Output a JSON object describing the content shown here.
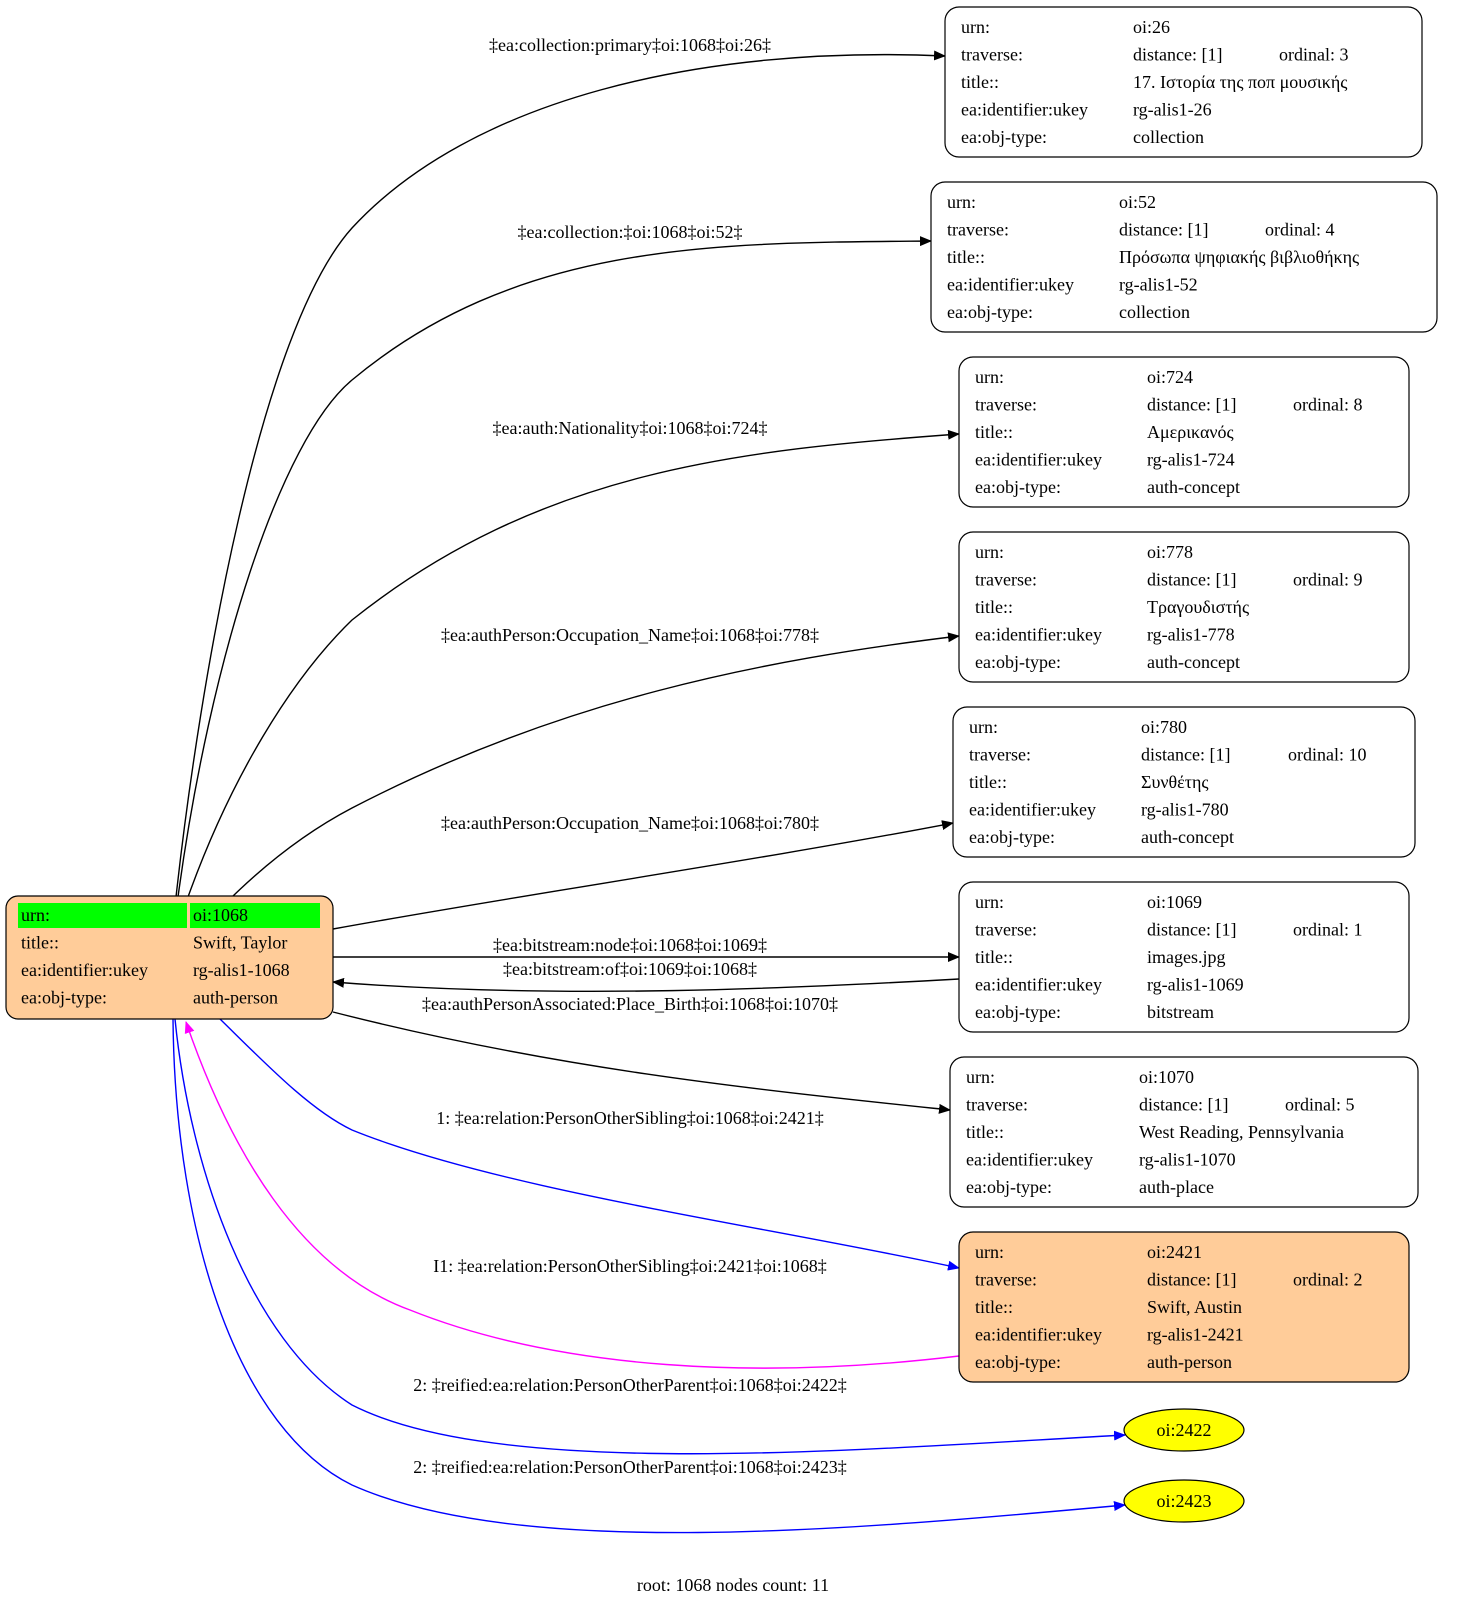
{
  "colors": {
    "edge_default": "#000000",
    "edge_relation": "#0000ff",
    "edge_inverse": "#ff00ff",
    "node_person_fill": "#ffcc99",
    "node_collection_fill": "#ffffff",
    "node_reified_fill": "#ffff00",
    "urn_highlight": "#00ff00"
  },
  "root": {
    "rows": [
      {
        "key": "urn:",
        "val": "oi:1068"
      },
      {
        "key": "title::",
        "val": "Swift, Taylor"
      },
      {
        "key": "ea:identifier:ukey",
        "val": "rg-alis1-1068"
      },
      {
        "key": "ea:obj-type:",
        "val": "auth-person"
      }
    ]
  },
  "nodes": [
    {
      "id": "n26",
      "urn": "oi:26",
      "distance": "distance: [1]",
      "ordinal": "ordinal: 3",
      "title": "17. Ιστορία της ποπ μουσικής",
      "ukey": "rg-alis1-26",
      "objtype": "collection",
      "fill": "white"
    },
    {
      "id": "n52",
      "urn": "oi:52",
      "distance": "distance: [1]",
      "ordinal": "ordinal: 4",
      "title": "Πρόσωπα ψηφιακής βιβλιοθήκης",
      "ukey": "rg-alis1-52",
      "objtype": "collection",
      "fill": "white"
    },
    {
      "id": "n724",
      "urn": "oi:724",
      "distance": "distance: [1]",
      "ordinal": "ordinal: 8",
      "title": "Αμερικανός",
      "ukey": "rg-alis1-724",
      "objtype": "auth-concept",
      "fill": "white"
    },
    {
      "id": "n778",
      "urn": "oi:778",
      "distance": "distance: [1]",
      "ordinal": "ordinal: 9",
      "title": "Τραγουδιστής",
      "ukey": "rg-alis1-778",
      "objtype": "auth-concept",
      "fill": "white"
    },
    {
      "id": "n780",
      "urn": "oi:780",
      "distance": "distance: [1]",
      "ordinal": "ordinal: 10",
      "title": "Συνθέτης",
      "ukey": "rg-alis1-780",
      "objtype": "auth-concept",
      "fill": "white"
    },
    {
      "id": "n1069",
      "urn": "oi:1069",
      "distance": "distance: [1]",
      "ordinal": "ordinal: 1",
      "title": "images.jpg",
      "ukey": "rg-alis1-1069",
      "objtype": "bitstream",
      "fill": "white"
    },
    {
      "id": "n1070",
      "urn": "oi:1070",
      "distance": "distance: [1]",
      "ordinal": "ordinal: 5",
      "title": "West Reading, Pennsylvania",
      "ukey": "rg-alis1-1070",
      "objtype": "auth-place",
      "fill": "white"
    },
    {
      "id": "n2421",
      "urn": "oi:2421",
      "distance": "distance: [1]",
      "ordinal": "ordinal: 2",
      "title": "Swift, Austin",
      "ukey": "rg-alis1-2421",
      "objtype": "auth-person",
      "fill": "person"
    }
  ],
  "row_keys": {
    "urn": "urn:",
    "traverse": "traverse:",
    "title": "title::",
    "ukey": "ea:identifier:ukey",
    "objtype": "ea:obj-type:"
  },
  "ellipses": [
    {
      "id": "e2422",
      "label": "oi:2422"
    },
    {
      "id": "e2423",
      "label": "oi:2423"
    }
  ],
  "edges": [
    {
      "id": "ed26",
      "label": "‡ea:collection:primary‡oi:1068‡oi:26‡",
      "color": "black"
    },
    {
      "id": "ed52",
      "label": "‡ea:collection:‡oi:1068‡oi:52‡",
      "color": "black"
    },
    {
      "id": "ed724",
      "label": "‡ea:auth:Nationality‡oi:1068‡oi:724‡",
      "color": "black"
    },
    {
      "id": "ed778",
      "label": "‡ea:authPerson:Occupation_Name‡oi:1068‡oi:778‡",
      "color": "black"
    },
    {
      "id": "ed780",
      "label": "‡ea:authPerson:Occupation_Name‡oi:1068‡oi:780‡",
      "color": "black"
    },
    {
      "id": "ed1069",
      "label": "‡ea:bitstream:node‡oi:1068‡oi:1069‡",
      "color": "black"
    },
    {
      "id": "ed1069r",
      "label": "‡ea:bitstream:of‡oi:1069‡oi:1068‡",
      "color": "black"
    },
    {
      "id": "ed1070",
      "label": "‡ea:authPersonAssociated:Place_Birth‡oi:1068‡oi:1070‡",
      "color": "black"
    },
    {
      "id": "ed2421",
      "label": "1: ‡ea:relation:PersonOtherSibling‡oi:1068‡oi:2421‡",
      "color": "blue"
    },
    {
      "id": "ed2421r",
      "label": "I1: ‡ea:relation:PersonOtherSibling‡oi:2421‡oi:1068‡",
      "color": "magenta"
    },
    {
      "id": "ed2422",
      "label": "2: ‡reified:ea:relation:PersonOtherParent‡oi:1068‡oi:2422‡",
      "color": "blue"
    },
    {
      "id": "ed2423",
      "label": "2: ‡reified:ea:relation:PersonOtherParent‡oi:1068‡oi:2423‡",
      "color": "blue"
    }
  ],
  "footer": "root: 1068 nodes count: 11"
}
